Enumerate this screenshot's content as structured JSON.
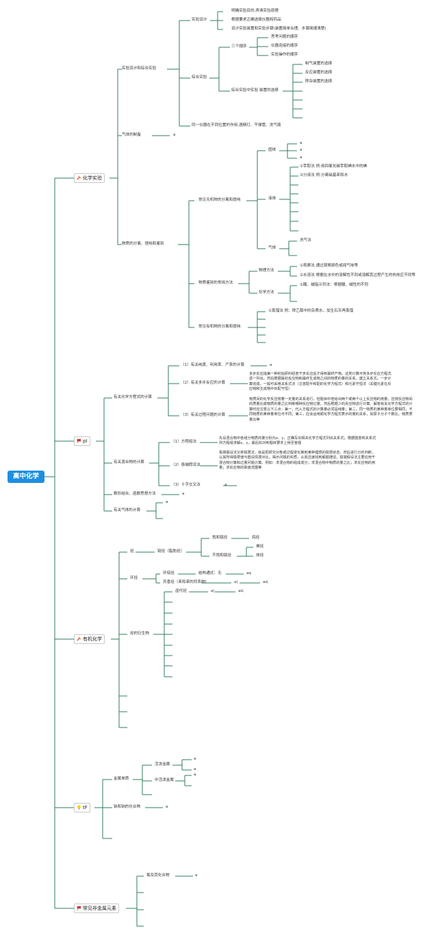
{
  "root": "高中化学",
  "branches": {
    "b1": {
      "icon": "tools-icon",
      "label": "化学实验"
    },
    "b2": {
      "icon": "flag-icon",
      "label": "pI"
    },
    "b3": {
      "icon": "tools-icon",
      "label": "有机化学"
    },
    "b4": {
      "icon": "bulb-icon",
      "label": "tF"
    },
    "b5": {
      "icon": "flag-icon",
      "label": "常见非金属元素"
    }
  },
  "nodes": {
    "n1": "实验设计和综合实验",
    "n2": "实验设计",
    "n3": "明确实验目的,弄清实验原理",
    "n4": "根据要求正确选择仪器和药品",
    "n5": "设计实验装置和实验步骤(装置简单合理、步骤简捷清楚)",
    "n6": "综合实验",
    "n7": "三个顺序",
    "n8": "思考问题的顺序",
    "n9": "仪器连接的顺序",
    "n10": "实验操作的顺序",
    "n11": "综合实验中实验 装置的选择",
    "n12": "制气装置的选择",
    "n13": "反应装置的选择",
    "n14": "除杂装置的选择",
    "n15": "同一仪器在不同位置的作用:酒精灯、干燥管、洗气瓶",
    "n16": "气体的制备",
    "n16a": "a",
    "n17": "物质的分离、提纯和鉴别",
    "n18": "常见无机物的分离和提纯",
    "n19": "固体",
    "n19a": "a",
    "n19b": "a",
    "n19c": "a",
    "n20": "液体",
    "n21": "①萃取法 例:用四氯化碳萃取碘水中的碘",
    "n22": "②分液法 例:分离硝基苯和水",
    "n23": "气体",
    "n24": "洗气法",
    "n25": "物质鉴别的常用方法",
    "n26": "物理方法",
    "n27": "①观察法 通过观察颜色或闻气味等",
    "n28": "②水溶法 根据在水中的溶解性不同或溶解其过程产生的热效应不同等",
    "n29": "化学方法",
    "n30": "①酸、碱指示剂法：根据酸、碱性的不同",
    "n31": "常见有机物的分离和提纯",
    "n32": "①蒸馏法 例：除乙醇中的杂质水，加生石灰再蒸馏",
    "n33": "有关化学方程式的计算",
    "n34": "（1）有关纯度、利用率、产率的计算",
    "n34a": "a",
    "n35": "（2）有关多步反应的计算",
    "n36": "多步反应指第一种初始原料经若干步反应后才得到最终产物。这类计算可将多步反应方程式逐一列出，然后根据最初反应物和最终生成物之间的物质的量的关系，建立关系式。一步计算完成。一般可采用关系式法（注意配平和配的化学方程式）和元素守恒法（关键元素在反应物和生成物中匹配守恒）",
    "n37": "（3）有关过程问题的计算",
    "n38": "物质间的化学反应按着一定量的关系进行，但题目中若给出两个或两个以上反应物的用量，应按反应物间的质量比或物质的量之比判断哪种反应物过量，然后根据少的反应物进行计算。解答有关化学方程式的计算时应注意以下三点：第一，代入方程式的计算量必须是纯量；第二，同一物质的某种量单位要相同，不同物质的某种量单位可不同；第三，应会运用顺化学方程式表示的量的关系，如原子分子个数比、物质质量比等",
    "n39": "有关混合物的计算",
    "n40": "（1）方程组法",
    "n41": "先设混合物中各组分物质的量分别为x、y，正确写出相关化学方程式列出关系式；根据题意和关系式列方程组求解x、y，最后扣对到题目要求上得至答题",
    "n42": "（2）极端假设法",
    "n43": "极端假设法又称极限法，就是把研究对象或过程变化推到某种理想的极限状态，然后进行分析判断，以其所得极限值与题设情境对比，揭示问题的实质，从而迅速找到解题捷径。极端假设法主要应用于混合物计算和过量问题计算。例如：求混合物的组成成分；求混合物中物质的量之比；求反应物的用量；求反应物的取值范围等",
    "n44": "（3）十字交叉法",
    "n44a": "a",
    "n45": "数形结合、函数思想方法",
    "n45a": "a",
    "n46": "有关气体的计算",
    "n46a": "a",
    "n47": "烃",
    "n48": "链烃（脂肪烃）",
    "n49": "饱和链烃",
    "n50": "烷烃",
    "n51": "不饱和链烃",
    "n52": "烯烃",
    "n53": "炔烃",
    "n54": "环烃",
    "n55": "环烷烃",
    "n56": "结构通式：无",
    "n56a": "aq",
    "n57": "芳香烃（苯和苯的同系物）",
    "n57a": "a|",
    "n57b": "ad,",
    "n58": "烃的衍生物",
    "n59": "卤代烃",
    "n59a": "a|",
    "n59b": "ad,",
    "n60": "金属单质",
    "n61": "活泼金属",
    "n61a": "a",
    "n61b": "a",
    "n62": "中活泼金属",
    "n62a": "a",
    "n63": "钠和钠的化合物",
    "n63a": "a",
    "n64": "氯及其化合物",
    "n64a": "a"
  }
}
